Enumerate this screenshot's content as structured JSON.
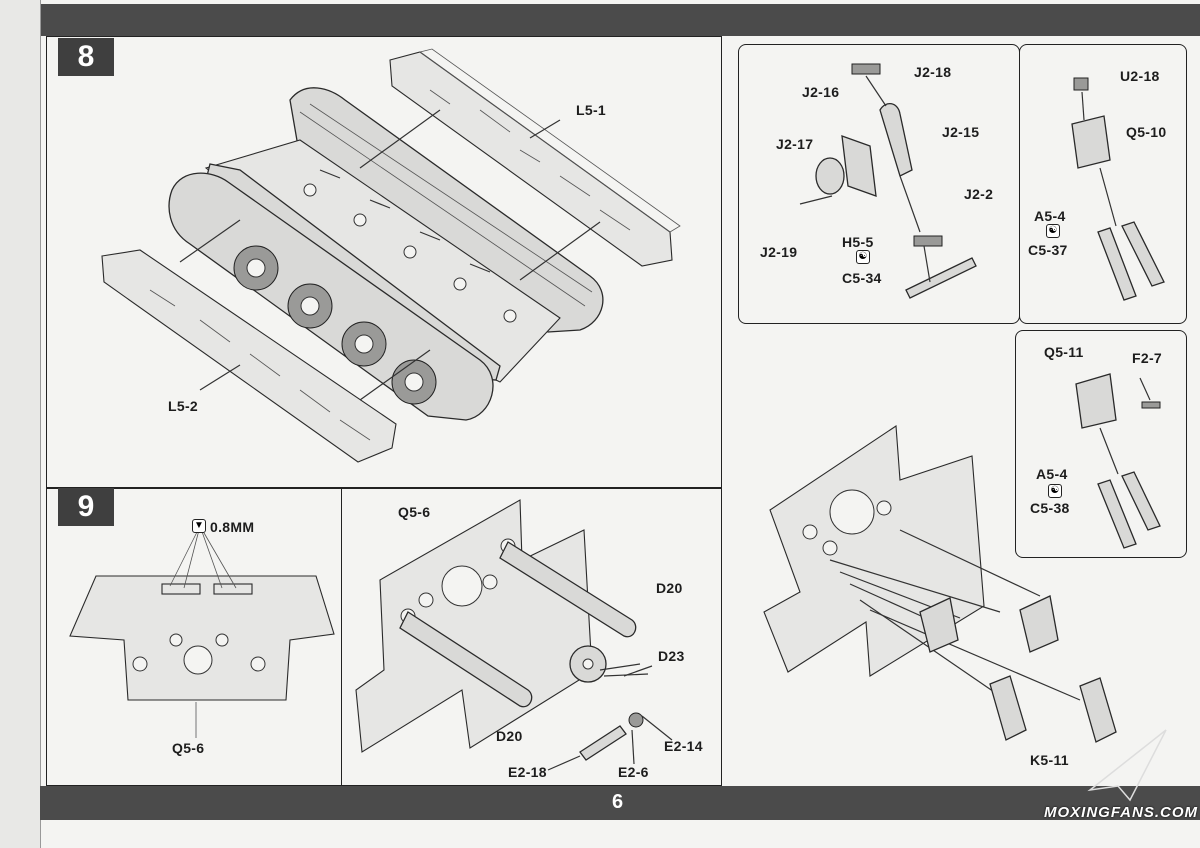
{
  "page_number": "6",
  "watermark": "MOXINGFANS.COM",
  "steps": {
    "step8": {
      "number": "8",
      "labels": [
        "L5-1",
        "L5-2"
      ]
    },
    "step9": {
      "number": "9",
      "drill_note": "0.8MM",
      "glue_icon": "glue-icon",
      "left_labels": [
        "Q5-6"
      ],
      "middle_labels": [
        "Q5-6",
        "D20",
        "D23",
        "D20",
        "E2-14",
        "E2-18",
        "E2-6"
      ],
      "right_labels": [
        "K5-11"
      ]
    }
  },
  "subassemblies": {
    "j2": {
      "labels": [
        "J2-18",
        "J2-16",
        "J2-15",
        "J2-17",
        "J2-2",
        "H5-5",
        "C5-34",
        "J2-19"
      ]
    },
    "q510": {
      "labels": [
        "U2-18",
        "Q5-10",
        "A5-4",
        "C5-37"
      ]
    },
    "q511": {
      "labels": [
        "Q5-11",
        "F2-7",
        "A5-4",
        "C5-38"
      ]
    }
  },
  "colors": {
    "band": "#4b4b4b",
    "paper": "#f4f4f2",
    "ink": "#1d1d1d"
  }
}
